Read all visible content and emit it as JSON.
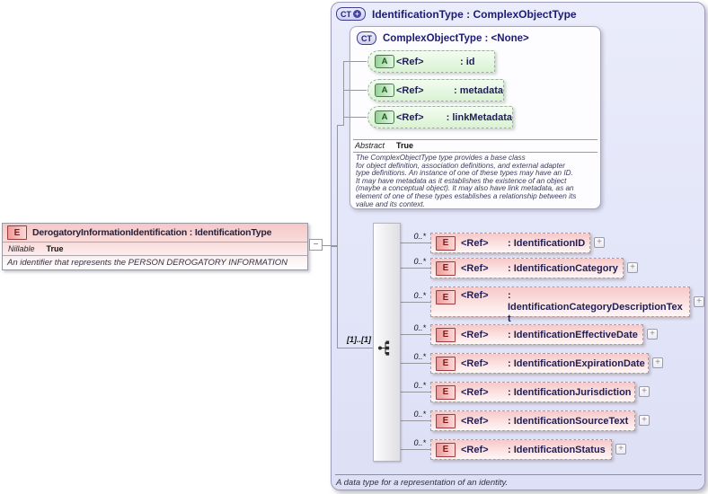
{
  "colors": {
    "element_accent": "#c24141",
    "attribute_accent": "#2e7d2e",
    "type_accent": "#3b3b8f",
    "panel_background": "#dde0f6"
  },
  "icons": {
    "expand_glyph": "+",
    "collapse_glyph": "−"
  },
  "element_box": {
    "badge": "E",
    "title": "DerogatoryInformationIdentification : IdentificationType",
    "facet_label": "Nillable",
    "facet_value": "True",
    "description": "An identifier that represents the PERSON DEROGATORY INFORMATION"
  },
  "panel": {
    "badge": "CT",
    "title": "IdentificationType : ComplexObjectType",
    "footer": "A data type for a representation of an identity.",
    "base_type": {
      "badge": "CT",
      "title": "ComplexObjectType : <None>",
      "facet_label": "Abstract",
      "facet_value": "True",
      "attributes": [
        {
          "badge": "A",
          "ref": "<Ref>",
          "name": ": id"
        },
        {
          "badge": "A",
          "ref": "<Ref>",
          "name": ": metadata"
        },
        {
          "badge": "A",
          "ref": "<Ref>",
          "name": ": linkMetadata"
        }
      ],
      "description_lines": [
        "The ComplexObjectType type provides a base class",
        "for object definition, association definitions, and external adapter",
        "type definitions. An instance of one of these types may have an ID.",
        "It may have metadata as it establishes the existence of an object",
        "(maybe a conceptual object). It may also have link metadata, as an",
        "element of one of these types establishes a relationship between its",
        "value and its context."
      ]
    },
    "sequence": {
      "cardinality": "[1]..[1]",
      "elements": [
        {
          "occurs": "0..*",
          "badge": "E",
          "ref": "<Ref>",
          "name": ": IdentificationID"
        },
        {
          "occurs": "0..*",
          "badge": "E",
          "ref": "<Ref>",
          "name": ": IdentificationCategory"
        },
        {
          "occurs": "0..*",
          "badge": "E",
          "ref": "<Ref>",
          "name": ": IdentificationCategoryDescriptionText"
        },
        {
          "occurs": "0..*",
          "badge": "E",
          "ref": "<Ref>",
          "name": ": IdentificationEffectiveDate"
        },
        {
          "occurs": "0..*",
          "badge": "E",
          "ref": "<Ref>",
          "name": ": IdentificationExpirationDate"
        },
        {
          "occurs": "0..*",
          "badge": "E",
          "ref": "<Ref>",
          "name": ": IdentificationJurisdiction"
        },
        {
          "occurs": "0..*",
          "badge": "E",
          "ref": "<Ref>",
          "name": ": IdentificationSourceText"
        },
        {
          "occurs": "0..*",
          "badge": "E",
          "ref": "<Ref>",
          "name": ": IdentificationStatus"
        }
      ]
    }
  }
}
